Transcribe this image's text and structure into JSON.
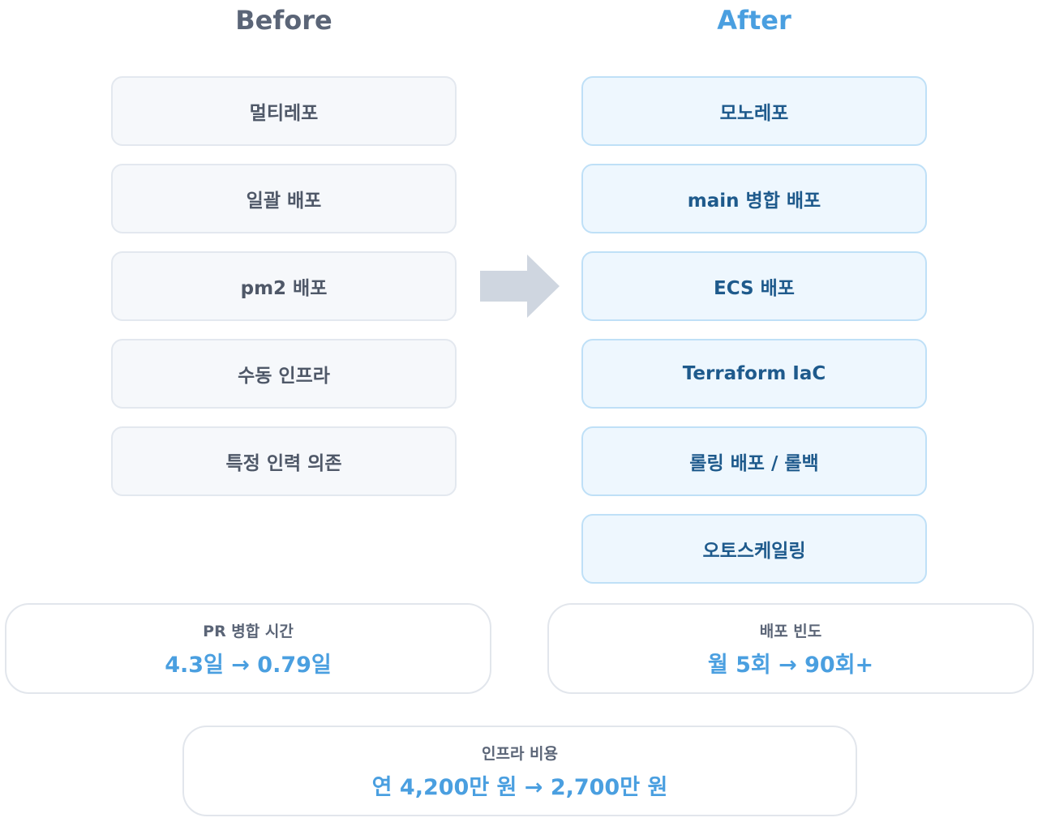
{
  "before": {
    "title": "Before",
    "items": [
      "멀티레포",
      "일괄 배포",
      "pm2 배포",
      "수동 인프라",
      "특정 인력 의존"
    ]
  },
  "after": {
    "title": "After",
    "items": [
      "모노레포",
      "main 병합 배포",
      "ECS 배포",
      "Terraform IaC",
      "롤링 배포 / 롤백",
      "오토스케일링"
    ]
  },
  "metrics": [
    {
      "label": "PR 병합 시간",
      "value": "4.3일 → 0.79일"
    },
    {
      "label": "배포 빈도",
      "value": "월 5회 → 90회+"
    },
    {
      "label": "인프라 비용",
      "value": "연 4,200만 원 → 2,700만 원"
    }
  ],
  "colors": {
    "before_title": "#5b6577",
    "after_title": "#4a9fe0",
    "arrow": "#cfd6e0",
    "metric_value": "#4a9fe0"
  }
}
